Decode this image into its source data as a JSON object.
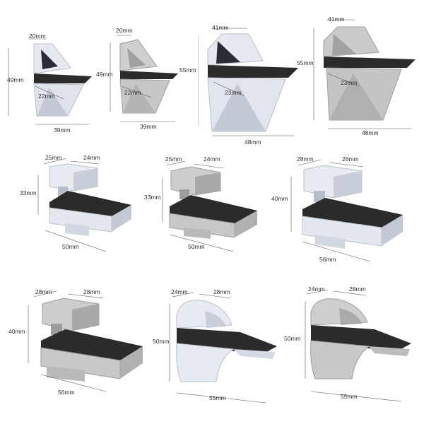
{
  "products": [
    {
      "id": "p1",
      "finish": "chrome",
      "labels": [
        "20mm",
        "49mm",
        "22mm",
        "39mm"
      ]
    },
    {
      "id": "p2",
      "finish": "brushed",
      "labels": [
        "20mm",
        "49mm",
        "22mm",
        "39mm"
      ]
    },
    {
      "id": "p3",
      "finish": "chrome",
      "labels": [
        "41mm",
        "55mm",
        "23mm",
        "48mm"
      ]
    },
    {
      "id": "p4",
      "finish": "brushed",
      "labels": [
        "41mm",
        "55mm",
        "23mm",
        "48mm"
      ]
    },
    {
      "id": "p5",
      "finish": "chrome",
      "labels": [
        "25mm",
        "24mm",
        "33mm",
        "50mm"
      ]
    },
    {
      "id": "p6",
      "finish": "brushed",
      "labels": [
        "25mm",
        "24mm",
        "33mm",
        "50mm"
      ]
    },
    {
      "id": "p7",
      "finish": "chrome",
      "labels": [
        "28mm",
        "28mm",
        "40mm",
        "56mm"
      ]
    },
    {
      "id": "p8",
      "finish": "brushed",
      "labels": [
        "28mm",
        "28mm",
        "40mm",
        "56mm"
      ]
    },
    {
      "id": "p9",
      "finish": "chrome",
      "labels": [
        "24mm",
        "28mm",
        "50mm",
        "55mm"
      ]
    },
    {
      "id": "p10",
      "finish": "brushed",
      "labels": [
        "24mm",
        "28mm",
        "50mm",
        "55mm"
      ]
    }
  ],
  "colors": {
    "chrome_light": "#e9edf3",
    "chrome_mid": "#c3cad6",
    "chrome_dark": "#8f98a6",
    "brushed_light": "#d7d7d7",
    "brushed_mid": "#b4b4b4",
    "brushed_dark": "#7e7e7e",
    "shelf": "#2b2b2b"
  }
}
